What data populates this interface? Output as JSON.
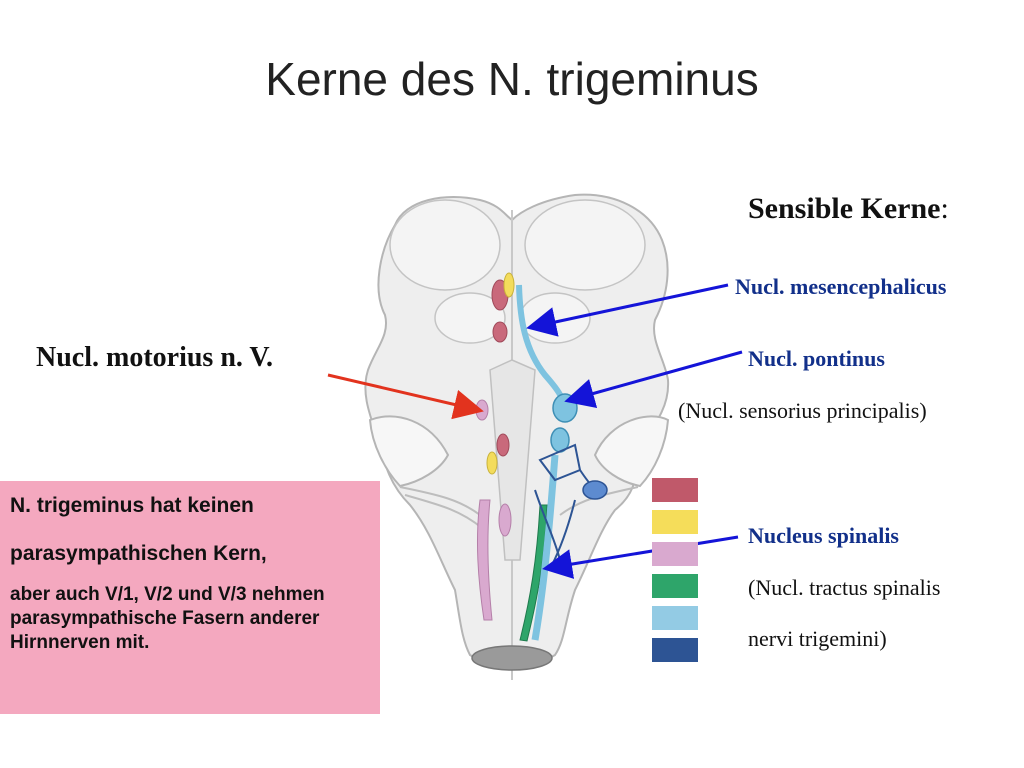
{
  "title": "Kerne des N. trigeminus",
  "labels": {
    "sensible_heading": "Sensible Kerne",
    "sensible_colon": ":",
    "mesencephalicus": "Nucl. mesencephalicus",
    "pontinus": "Nucl. pontinus",
    "sensorius": "(Nucl. sensorius principalis)",
    "spinalis": "Nucleus spinalis",
    "tractus": "(Nucl. tractus spinalis",
    "trigemini": "nervi trigemini)",
    "motorius": "Nucl. motorius n. V."
  },
  "note": {
    "line1": "N. trigeminus hat keinen",
    "line2": "parasympathischen Kern,",
    "line3": "aber auch V/1, V/2 und V/3 nehmen parasympathische Fasern anderer Hirnnerven mit."
  },
  "legend_colors": [
    "#c0596a",
    "#f5dd5a",
    "#d9a9cf",
    "#2ea56a",
    "#93cbe4",
    "#2d5494"
  ],
  "arrow_colors": {
    "sensory": "#1414d8",
    "motor": "#e2331e"
  }
}
